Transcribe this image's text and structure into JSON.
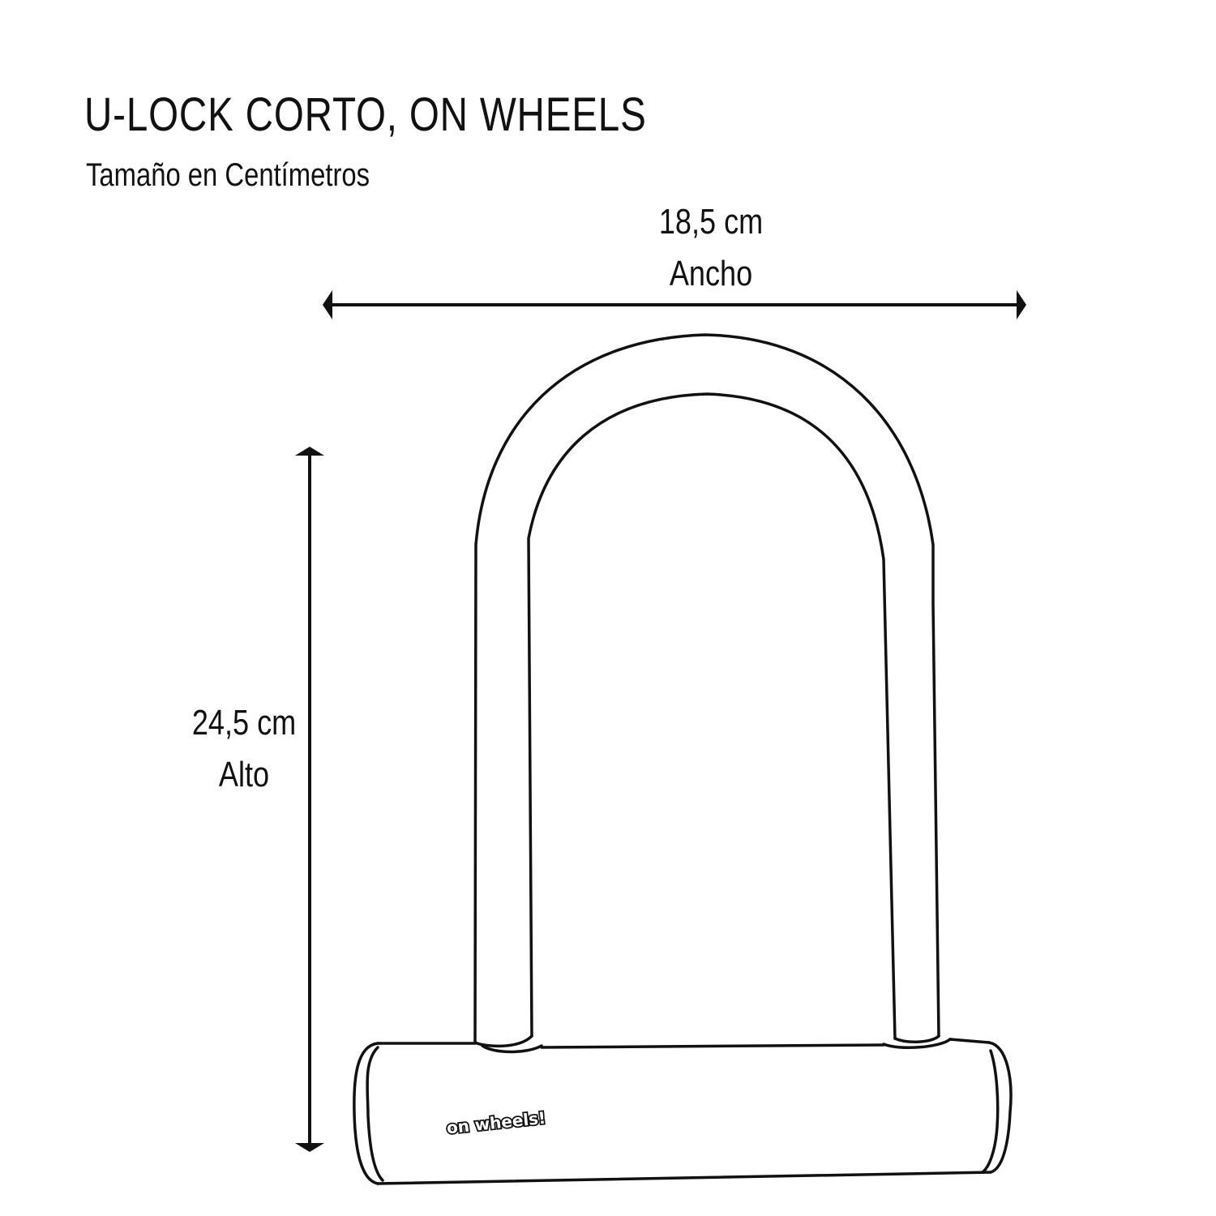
{
  "title": "U-LOCK CORTO, ON WHEELS",
  "subtitle": "Tamaño en Centímetros",
  "width_dimension": {
    "value": "18,5 cm",
    "label": "Ancho"
  },
  "height_dimension": {
    "value": "24,5 cm",
    "label": "Alto"
  },
  "logo": {
    "text": "on wheels!"
  },
  "colors": {
    "ink": "#111111",
    "background": "#ffffff"
  }
}
